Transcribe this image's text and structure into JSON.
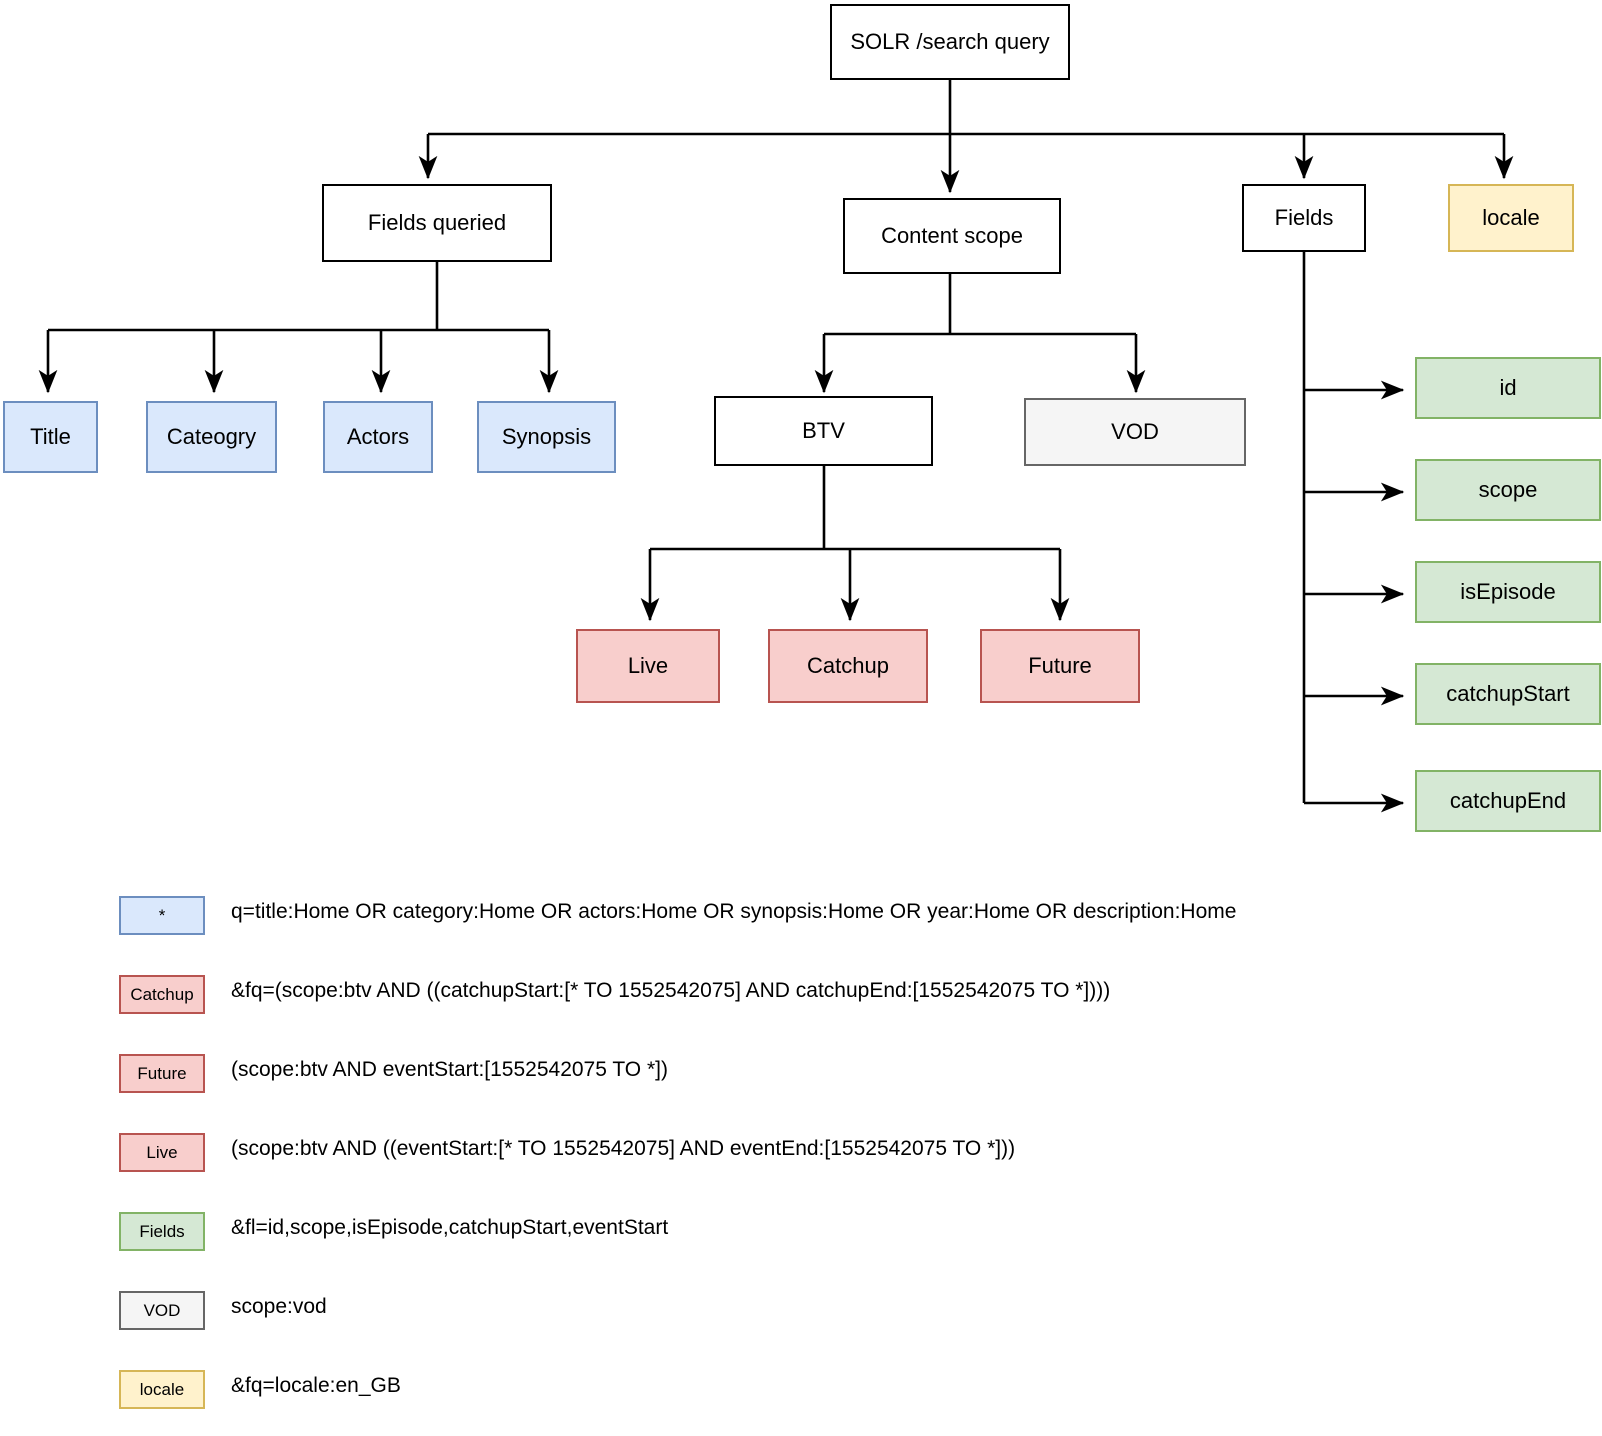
{
  "diagram": {
    "title": "SOLR /search query diagram",
    "colors": {
      "blue_fill": "#dae8fc",
      "blue_stroke": "#6c8ebf",
      "green_fill": "#d5e8d4",
      "green_stroke": "#82b366",
      "red_fill": "#f8cecc",
      "red_stroke": "#b85450",
      "grey_fill": "#f5f5f5",
      "grey_stroke": "#666666",
      "yellow_fill": "#fff2cc",
      "yellow_stroke": "#d6b656",
      "plain_fill": "#ffffff",
      "plain_stroke": "#000000",
      "edge": "#000000"
    },
    "root": {
      "label": "SOLR /search query"
    },
    "level1": [
      {
        "label": "Fields queried"
      },
      {
        "label": "Content scope"
      },
      {
        "label": "Fields"
      },
      {
        "label": "locale"
      }
    ],
    "fields_queried_children": [
      {
        "label": "Title"
      },
      {
        "label": "Cateogry"
      },
      {
        "label": "Actors"
      },
      {
        "label": "Synopsis"
      }
    ],
    "content_scope_children": [
      {
        "label": "BTV"
      },
      {
        "label": "VOD"
      }
    ],
    "btv_children": [
      {
        "label": "Live"
      },
      {
        "label": "Catchup"
      },
      {
        "label": "Future"
      }
    ],
    "fields_children": [
      {
        "label": "id"
      },
      {
        "label": "scope"
      },
      {
        "label": "isEpisode"
      },
      {
        "label": "catchupStart"
      },
      {
        "label": "catchupEnd"
      }
    ]
  },
  "legend": {
    "rows": [
      {
        "swatch": "*",
        "text": "q=title:Home OR category:Home OR actors:Home OR synopsis:Home OR year:Home OR description:Home"
      },
      {
        "swatch": "Catchup",
        "text": "&fq=(scope:btv AND ((catchupStart:[* TO 1552542075] AND catchupEnd:[1552542075 TO *])))"
      },
      {
        "swatch": "Future",
        "text": "(scope:btv AND eventStart:[1552542075 TO *])"
      },
      {
        "swatch": "Live",
        "text": "(scope:btv AND ((eventStart:[* TO 1552542075] AND eventEnd:[1552542075 TO *]))"
      },
      {
        "swatch": "Fields",
        "text": "&fl=id,scope,isEpisode,catchupStart,eventStart"
      },
      {
        "swatch": "VOD",
        "text": "scope:vod"
      },
      {
        "swatch": "locale",
        "text": "&fq=locale:en_GB"
      }
    ]
  }
}
